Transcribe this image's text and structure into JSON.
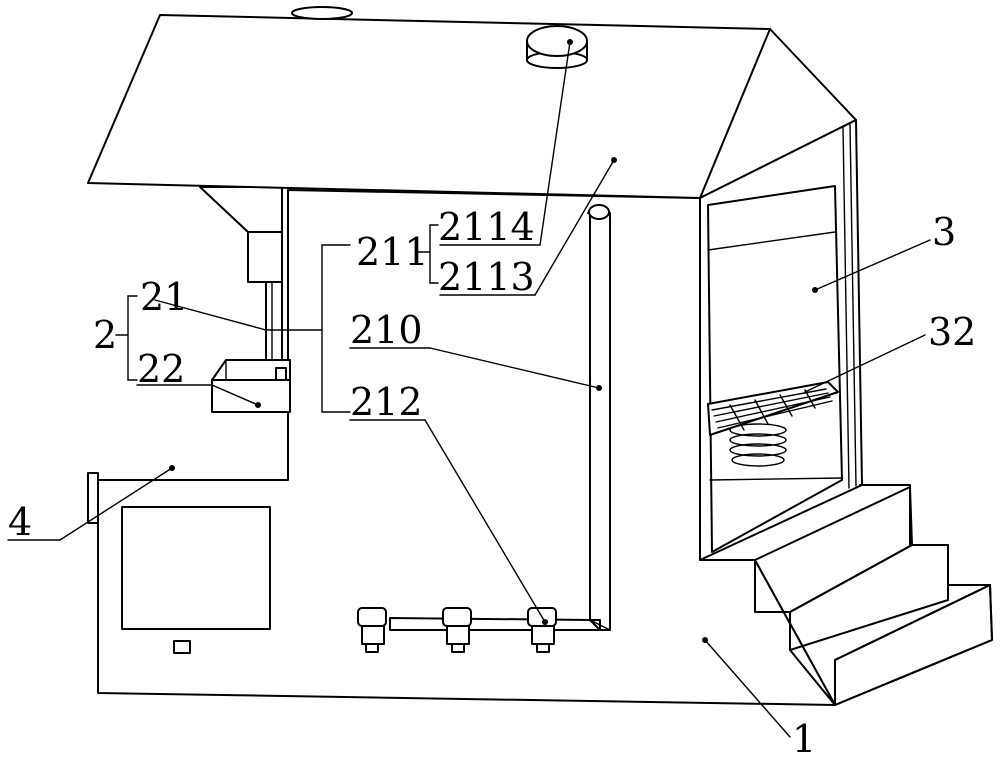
{
  "labels": {
    "l1": "1",
    "l2": "2",
    "l3": "3",
    "l4": "4",
    "l21": "21",
    "l22": "22",
    "l32": "32",
    "l210": "210",
    "l211": "211",
    "l212": "212",
    "l2113": "2113",
    "l2114": "2114"
  },
  "colors": {
    "line": "#000000",
    "background": "#ffffff"
  }
}
